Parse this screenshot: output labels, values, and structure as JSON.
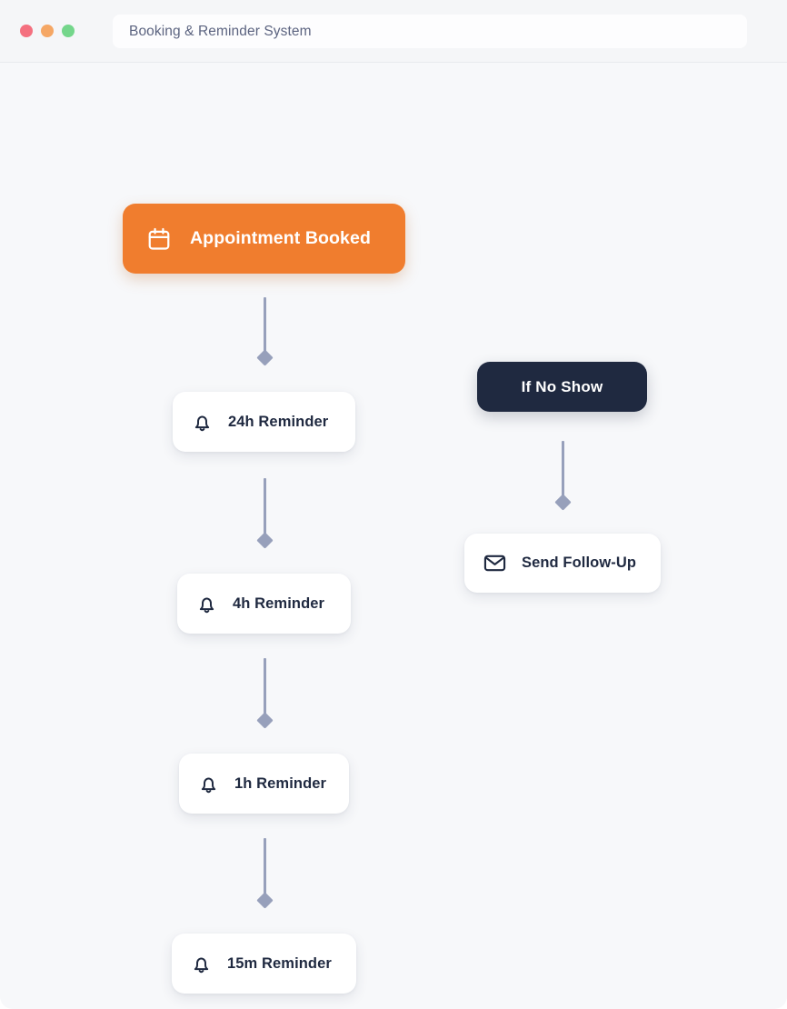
{
  "window": {
    "title": "Booking & Reminder System",
    "traffic_lights": [
      {
        "name": "close",
        "color": "#f4707f"
      },
      {
        "name": "minimize",
        "color": "#f5a765"
      },
      {
        "name": "maximize",
        "color": "#74d68b"
      }
    ]
  },
  "theme": {
    "accent": "#f07d2e",
    "dark": "#1f2940",
    "card": "#ffffff",
    "canvas": "#f7f8fa",
    "connector": "#97a0bb"
  },
  "flow": {
    "nodes": [
      {
        "id": "appointment-booked",
        "label": "Appointment Booked",
        "icon": "calendar-icon",
        "style": "accent"
      },
      {
        "id": "reminder-24h",
        "label": "24h Reminder",
        "icon": "bell-icon",
        "style": "card"
      },
      {
        "id": "reminder-4h",
        "label": "4h Reminder",
        "icon": "bell-icon",
        "style": "card"
      },
      {
        "id": "reminder-1h",
        "label": "1h Reminder",
        "icon": "bell-icon",
        "style": "card"
      },
      {
        "id": "reminder-15m",
        "label": "15m Reminder",
        "icon": "bell-icon",
        "style": "card"
      },
      {
        "id": "if-no-show",
        "label": "If No Show",
        "icon": "none",
        "style": "dark"
      },
      {
        "id": "send-follow-up",
        "label": "Send Follow-Up",
        "icon": "mail-icon",
        "style": "card"
      }
    ],
    "edges": [
      {
        "from": "appointment-booked",
        "to": "reminder-24h"
      },
      {
        "from": "reminder-24h",
        "to": "reminder-4h"
      },
      {
        "from": "reminder-4h",
        "to": "reminder-1h"
      },
      {
        "from": "reminder-1h",
        "to": "reminder-15m"
      },
      {
        "from": "if-no-show",
        "to": "send-follow-up"
      }
    ]
  }
}
